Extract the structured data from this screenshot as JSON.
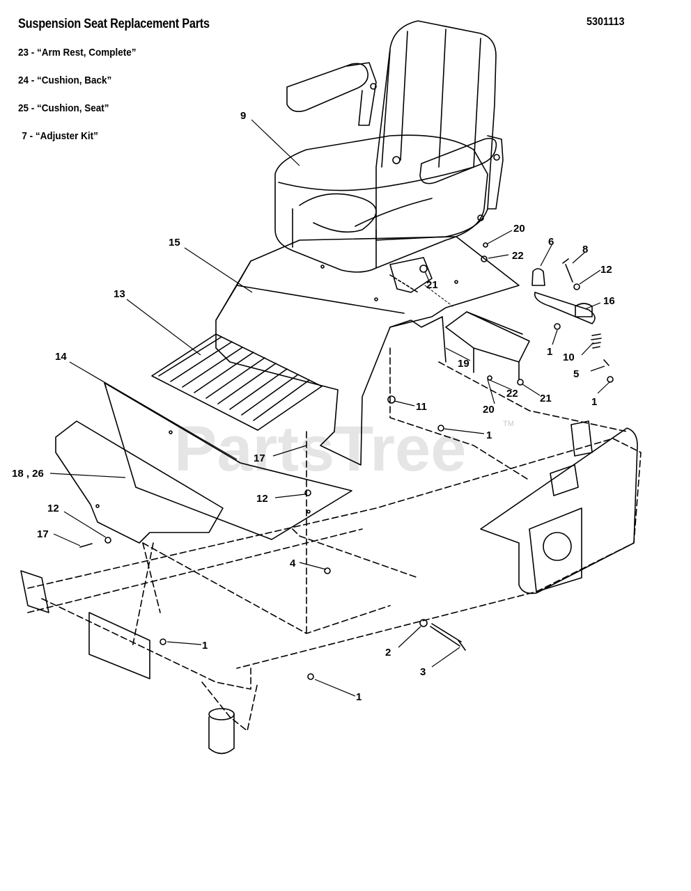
{
  "header": {
    "title": "Suspension Seat Replacement Parts",
    "code": "5301113"
  },
  "legend": [
    "23 - “Arm Rest, Complete”",
    "24 - “Cushion, Back”",
    "25 - “Cushion, Seat”",
    "7 - “Adjuster Kit”"
  ],
  "watermark": {
    "text": "PartsTree",
    "tm": "TM"
  },
  "callouts": {
    "c9": "9",
    "c20a": "20",
    "c22a": "22",
    "c21a": "21",
    "c15": "15",
    "c6": "6",
    "c8": "8",
    "c12a": "12",
    "c16": "16",
    "c1a": "1",
    "c10": "10",
    "c5": "5",
    "c1b": "1",
    "c13": "13",
    "c14": "14",
    "c19": "19",
    "c22b": "22",
    "c21b": "21",
    "c20b": "20",
    "c11": "11",
    "c1c": "1",
    "c17a": "17",
    "c18": "18 , 26",
    "c12b": "12",
    "c12c": "12",
    "c17b": "17",
    "c4": "4",
    "c1d": "1",
    "c2": "2",
    "c3": "3",
    "c1e": "1"
  }
}
